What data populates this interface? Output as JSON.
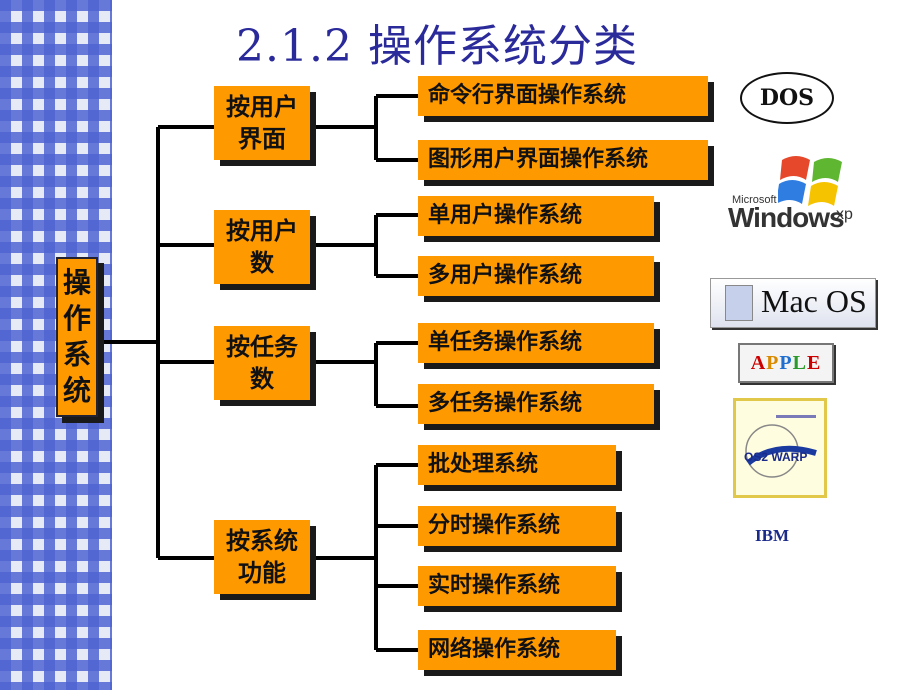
{
  "title": "2.1.2 操作系统分类",
  "root": {
    "label": "操作系统"
  },
  "categories": [
    {
      "label": "按用户界面",
      "items": [
        "命令行界面操作系统",
        "图形用户界面操作系统"
      ]
    },
    {
      "label": "按用户数",
      "items": [
        "单用户操作系统",
        "多用户操作系统"
      ]
    },
    {
      "label": "按任务数",
      "items": [
        "单任务操作系统",
        "多任务操作系统"
      ]
    },
    {
      "label": "按系统功能",
      "items": [
        "批处理系统",
        "分时操作系统",
        "实时操作系统",
        "网络操作系统"
      ]
    }
  ],
  "logos": {
    "dos": "DOS",
    "windows": "Windows",
    "windows_sub": "Microsoft",
    "windows_xp": "xp",
    "mac": "Mac OS",
    "apple": [
      "A",
      "P",
      "P",
      "L",
      "E"
    ],
    "apple_colors": [
      "#cc0000",
      "#d88a00",
      "#1f6fd0",
      "#2a9a2a",
      "#cc0000"
    ],
    "ibm_inner": "OS2 WARP",
    "ibm_caption": "IBM"
  },
  "colors": {
    "box": "#ff9900",
    "title": "#2a2a9a",
    "line": "#000000"
  }
}
